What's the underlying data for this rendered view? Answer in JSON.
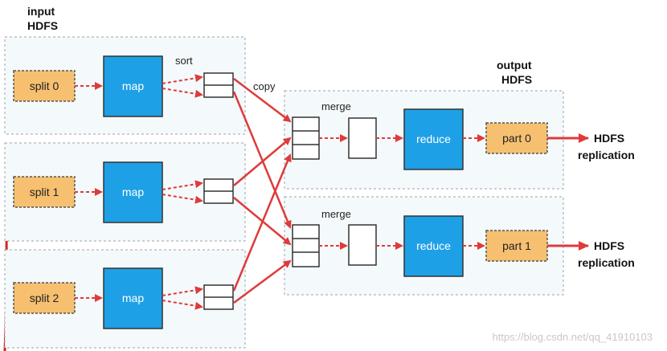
{
  "input_label": {
    "line1": "input",
    "line2": "HDFS"
  },
  "output_label": {
    "line1": "output",
    "line2": "HDFS"
  },
  "splits": [
    "split 0",
    "split 1",
    "split 2"
  ],
  "map_label": "map",
  "sort_label": "sort",
  "copy_label": "copy",
  "merge_label": "merge",
  "reduce_label": "reduce",
  "parts": [
    "part 0",
    "part 1"
  ],
  "hdfs_replication": {
    "line1": "HDFS",
    "line2": "replication"
  },
  "watermark": "https://blog.csdn.net/qq_41910103",
  "colors": {
    "map": "#1ea0e6",
    "split": "#f7c070",
    "arrow": "#e03a3a",
    "redline": "#e02020"
  }
}
